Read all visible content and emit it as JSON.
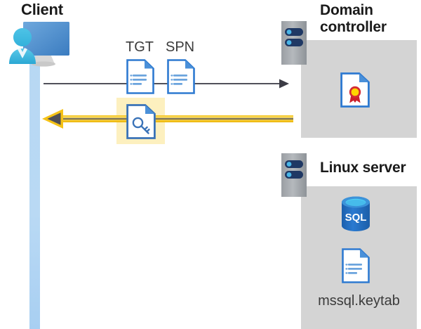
{
  "diagram": {
    "title": "Kerberos authentication flow between client, domain controller and Linux server",
    "type": "sequence-flow",
    "background_color": "#ffffff",
    "panel_color": "#d4d4d4",
    "highlight_color": "#fdf0bf",
    "accent_yellow": "#f5c216",
    "accent_blue": "#2e7ad1",
    "lifeline_color": "#b7d8f3"
  },
  "actors": {
    "client": {
      "label": "Client",
      "icon": "user-with-monitor-icon"
    },
    "domain_controller": {
      "label": "Domain\ncontroller",
      "icon": "server-icon",
      "contents": [
        {
          "name": "certificate-document-icon",
          "label": ""
        }
      ]
    },
    "linux_server": {
      "label": "Linux server",
      "icon": "server-icon",
      "contents": [
        {
          "name": "sql-database-icon",
          "label": "SQL"
        },
        {
          "name": "keytab-document-icon",
          "label": "mssql.keytab"
        }
      ]
    }
  },
  "messages": [
    {
      "id": "request",
      "direction": "client-to-domain-controller",
      "style": "thin-dark-arrow",
      "color": "#4a4a52",
      "payload": [
        {
          "label": "TGT",
          "icon": "document-icon"
        },
        {
          "label": "SPN",
          "icon": "document-icon"
        }
      ]
    },
    {
      "id": "response",
      "direction": "domain-controller-to-client",
      "style": "thick-yellow-arrow",
      "color": "#f5c216",
      "highlighted": true,
      "payload": [
        {
          "label": "",
          "icon": "key-document-icon"
        }
      ]
    }
  ],
  "labels": {
    "tgt": "TGT",
    "spn": "SPN",
    "sql": "SQL",
    "keytab_file": "mssql.keytab",
    "client": "Client",
    "domain_controller": "Domain\ncontroller",
    "linux_server": "Linux server"
  }
}
